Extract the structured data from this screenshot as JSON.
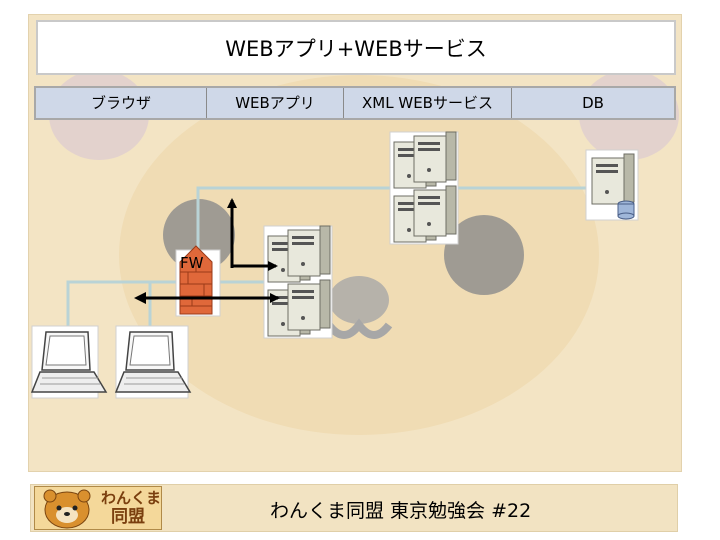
{
  "title": "WEBアプリ+WEBサービス",
  "layers": [
    "ブラウザ",
    "WEBアプリ",
    "XML WEBサービス",
    "DB"
  ],
  "diagram": {
    "firewall_label": "FW"
  },
  "footer": {
    "text": "わんくま同盟 東京勉強会 #22",
    "logo_line1": "わんくま",
    "logo_line2": "同盟"
  },
  "colors": {
    "background": "#f3e4c4",
    "layer_bar": "#cfd8e8",
    "connector_line": "#b9d3d6",
    "firewall": "#e0683a"
  }
}
